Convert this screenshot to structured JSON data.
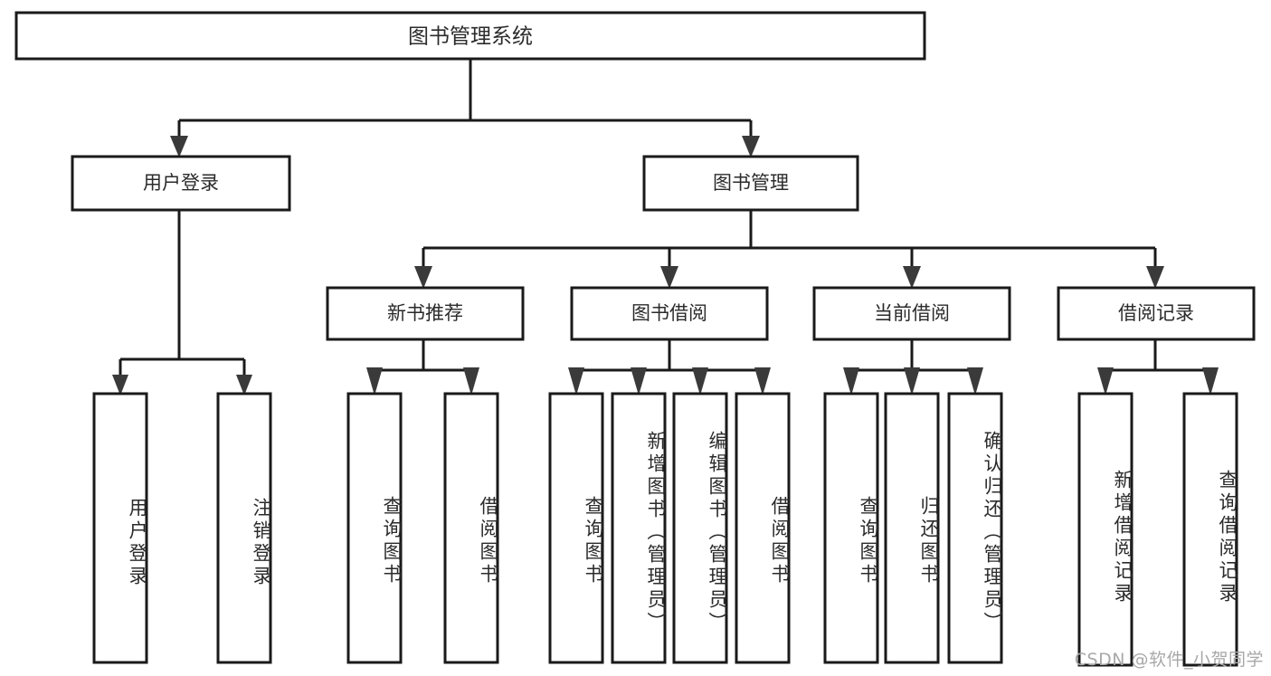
{
  "diagram": {
    "title": "图书管理系统",
    "type": "tree-hierarchy",
    "watermark": "CSDN @软件_小贺同学",
    "colors": {
      "background": "#ffffff",
      "box_stroke": "#1a1a1a",
      "box_fill": "#ffffff",
      "text": "#2b2b2b",
      "arrow": "#3a3a3a",
      "watermark": "#a8a8a8"
    },
    "root": {
      "label": "图书管理系统"
    },
    "level2": [
      {
        "label": "用户登录"
      },
      {
        "label": "图书管理"
      }
    ],
    "level3": [
      {
        "label": "新书推荐"
      },
      {
        "label": "图书借阅"
      },
      {
        "label": "当前借阅"
      },
      {
        "label": "借阅记录"
      }
    ],
    "leaves": {
      "user_login": [
        {
          "label": "用户登录"
        },
        {
          "label": "注销登录"
        }
      ],
      "new_book_recommend": [
        {
          "label": "查询图书"
        },
        {
          "label": "借阅图书"
        }
      ],
      "book_borrow": [
        {
          "label": "查询图书"
        },
        {
          "label": "新增图书（管理员）"
        },
        {
          "label": "编辑图书（管理员）"
        },
        {
          "label": "借阅图书"
        }
      ],
      "current_borrow": [
        {
          "label": "查询图书"
        },
        {
          "label": "归还图书"
        },
        {
          "label": "确认归还（管理员）"
        }
      ],
      "borrow_record": [
        {
          "label": "新增借阅记录"
        },
        {
          "label": "查询借阅记录"
        }
      ]
    }
  }
}
